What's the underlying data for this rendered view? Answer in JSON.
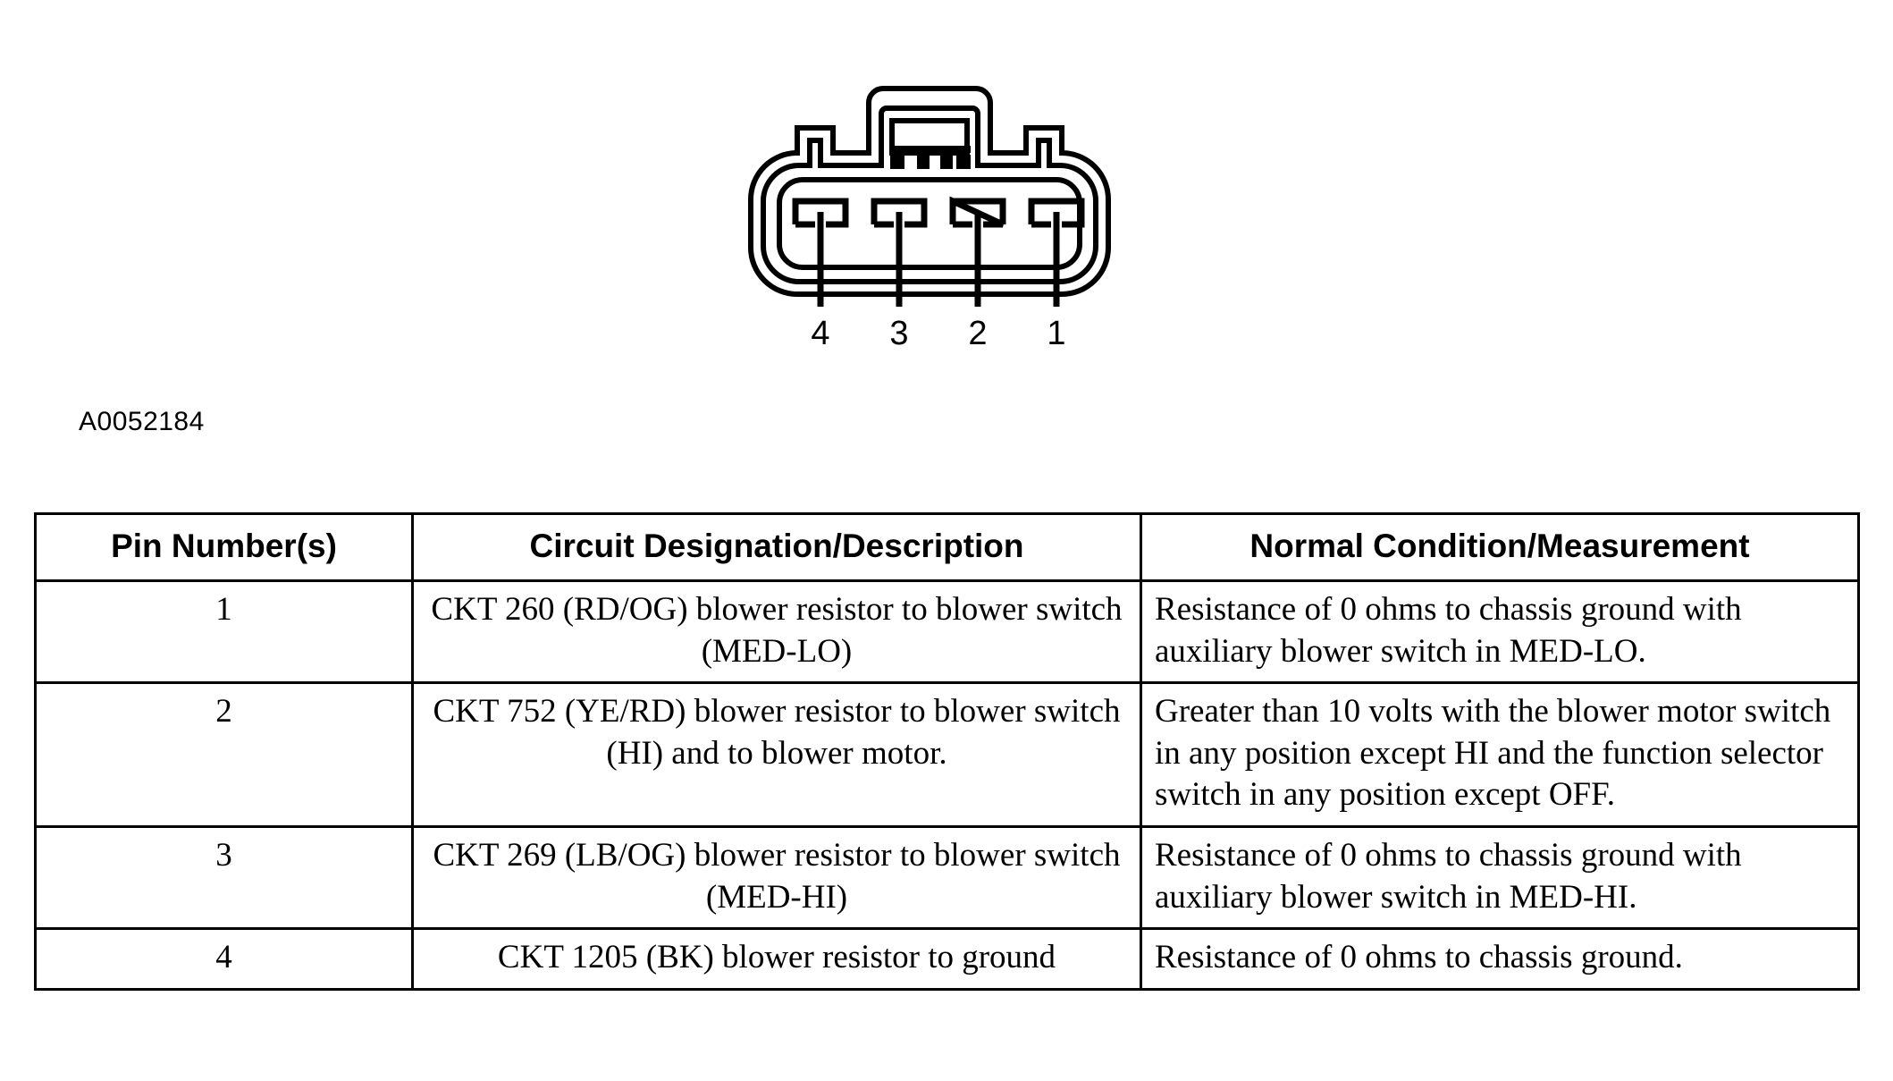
{
  "figure": {
    "id_label": "A0052184",
    "alt_name": "blower-resistor-connector-pinout",
    "pin_callouts": [
      "4",
      "3",
      "2",
      "1"
    ],
    "terminal_count": 4,
    "line_color": "#000000",
    "background_color": "#ffffff"
  },
  "table": {
    "headers": [
      "Pin Number(s)",
      "Circuit Designation/Description",
      "Normal Condition/Measurement"
    ],
    "rows": [
      {
        "pin": "1",
        "circuit": "CKT 260 (RD/OG) blower resistor to blower switch (MED-LO)",
        "normal": "Resistance of 0 ohms to chassis ground with auxiliary blower switch in MED-LO."
      },
      {
        "pin": "2",
        "circuit": "CKT 752 (YE/RD) blower resistor to blower switch (HI) and to blower motor.",
        "normal": "Greater than 10 volts with the blower motor switch in any position except HI and the function selector switch in any position except OFF."
      },
      {
        "pin": "3",
        "circuit": "CKT 269 (LB/OG) blower resistor to blower switch (MED-HI)",
        "normal": "Resistance of 0 ohms to chassis ground with auxiliary blower switch in MED-HI."
      },
      {
        "pin": "4",
        "circuit": "CKT 1205 (BK) blower resistor to ground",
        "normal": "Resistance of 0 ohms to chassis ground."
      }
    ]
  }
}
